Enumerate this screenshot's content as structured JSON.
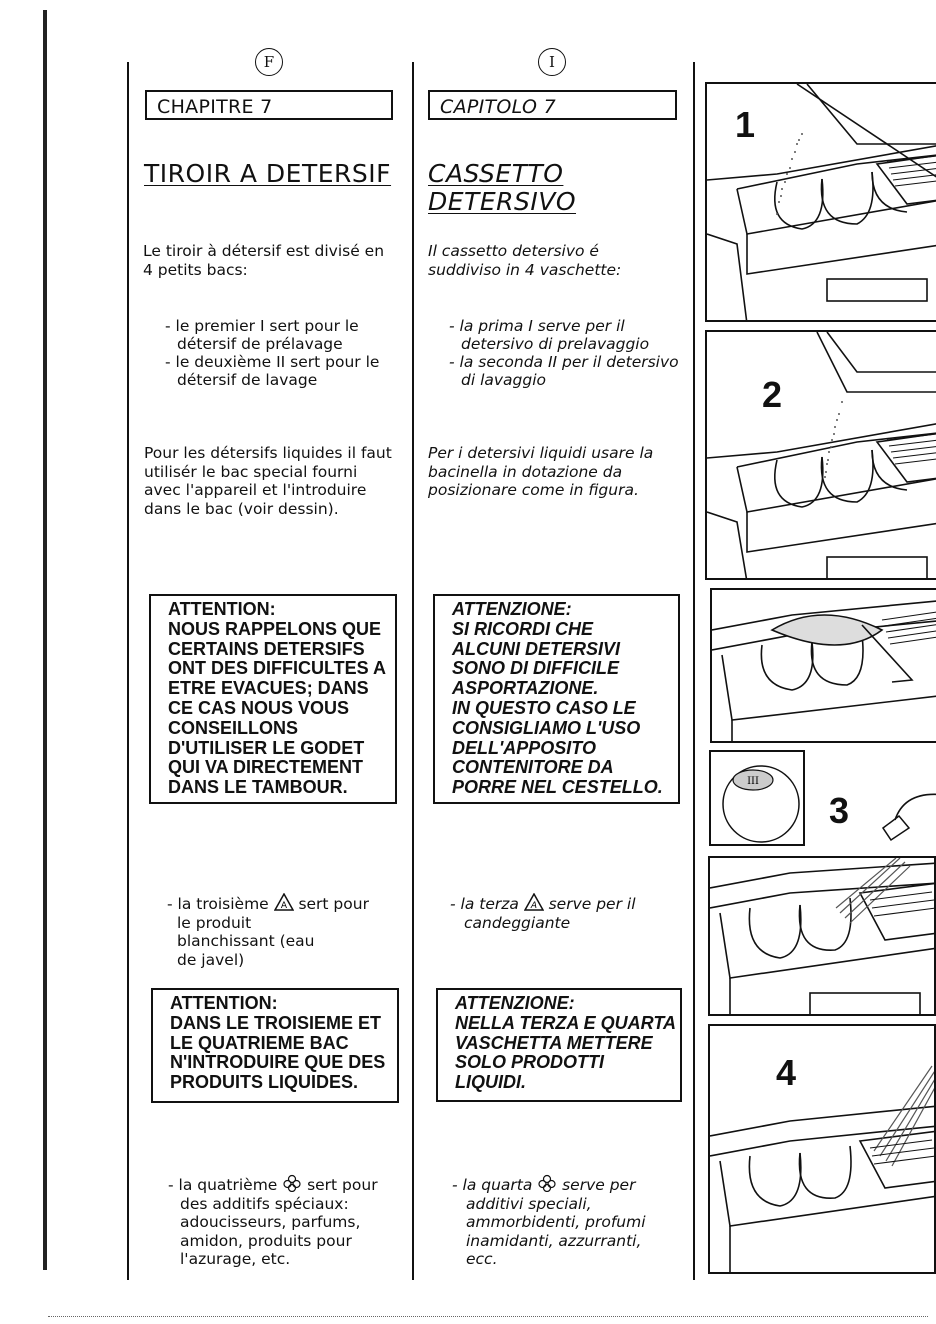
{
  "french": {
    "lang_badge": "F",
    "chapter": "CHAPITRE 7",
    "title": "TIROIR A DETERSIF",
    "intro": "Le tiroir à détersif est divisé en 4 petits bacs:",
    "bullets": [
      "- le premier I sert pour le détersif de prélavage",
      "- le deuxième II sert pour le détersif de lavage"
    ],
    "liquid_text": "Pour les détersifs liquides il faut utilisér le bac special fourni avec l'appareil et l'introduire dans le bac (voir dessin).",
    "warning1": [
      "ATTENTION:",
      "NOUS RAPPELONS QUE",
      "CERTAINS DETERSIFS",
      "ONT DES DIFFICULTES A",
      "ETRE EVACUES; DANS",
      "CE CAS NOUS VOUS",
      "CONSEILLONS",
      "D'UTILISER LE GODET",
      "QUI VA DIRECTEMENT",
      "DANS LE TAMBOUR."
    ],
    "third_a": "- la troisième",
    "third_b": "sert pour",
    "third_rest": "le produit blanchissant (eau de javel)",
    "warning2": [
      "ATTENTION:",
      "DANS LE TROISIEME ET",
      "LE QUATRIEME BAC",
      "N'INTRODUIRE QUE DES",
      "PRODUITS LIQUIDES."
    ],
    "fourth_a": "- la quatrième",
    "fourth_b": "sert pour",
    "fourth_rest": "des additifs spéciaux: adoucisseurs, parfums, amidon, produits pour l'azurage, etc."
  },
  "italian": {
    "lang_badge": "I",
    "chapter": "CAPITOLO 7",
    "title_line1": "CASSETTO",
    "title_line2": "DETERSIVO",
    "intro": "Il cassetto detersivo é suddiviso in 4 vaschette:",
    "bullets": [
      "- la prima I serve per il detersivo di prelavaggio",
      "- la seconda II per il detersivo di lavaggio"
    ],
    "liquid_text": "Per i detersivi liquidi usare la bacinella in dotazione da posizionare come in figura.",
    "warning1": [
      "ATTENZIONE:",
      "SI RICORDI CHE",
      "ALCUNI DETERSIVI",
      "SONO DI DIFFICILE",
      "ASPORTAZIONE.",
      "IN QUESTO CASO LE",
      "CONSIGLIAMO L'USO",
      "DELL'APPOSITO",
      "CONTENITORE DA",
      "PORRE NEL CESTELLO."
    ],
    "third_a": "- la terza",
    "third_b": "serve per il",
    "third_rest": "candeggiante",
    "warning2": [
      "ATTENZIONE:",
      "NELLA TERZA E QUARTA",
      "VASCHETTA METTERE",
      "SOLO PRODOTTI",
      "LIQUIDI."
    ],
    "fourth_a": "- la quarta",
    "fourth_b": "serve per",
    "fourth_rest": "additivi speciali, ammorbidenti, profumi inamidanti, azzurranti, ecc."
  },
  "illustrations": {
    "steps": [
      "1",
      "2",
      "3",
      "4"
    ],
    "inset_label": "III"
  },
  "icons": {
    "bleach": "warning-triangle-icon",
    "additive": "flower-icon"
  }
}
